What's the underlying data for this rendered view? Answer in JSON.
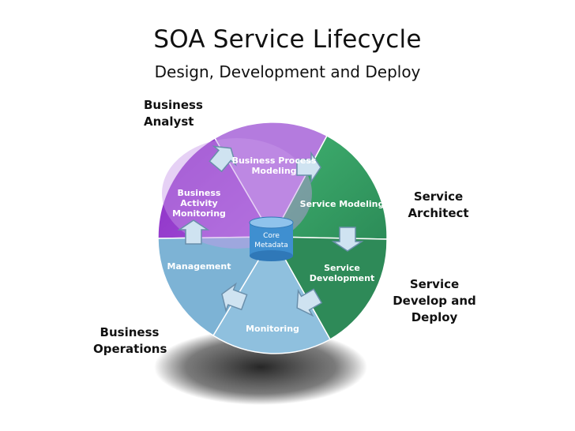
{
  "title": "SOA Service Lifecycle",
  "subtitle": "Design, Development and Deploy",
  "roles": {
    "business_analyst": [
      "Business",
      "Analyst"
    ],
    "service_architect": [
      "Service",
      "Architect"
    ],
    "service_develop": [
      "Service",
      "Develop and",
      "Deploy"
    ],
    "business_operations": [
      "Business",
      "Operations"
    ]
  },
  "segments": {
    "business_process_modeling": [
      "Business Process",
      "Modeling"
    ],
    "service_modeling": [
      "Service Modeling"
    ],
    "service_development": [
      "Service",
      "Development"
    ],
    "monitoring": [
      "Monitoring"
    ],
    "management": [
      "Management"
    ],
    "business_activity_monitoring": [
      "Business",
      "Activity",
      "Monitoring"
    ]
  },
  "core": [
    "Core",
    "Metadata"
  ],
  "colors": {
    "purple": "#9a3ccf",
    "purple_light": "#b777e0",
    "green": "#3aa66b",
    "green_dark": "#2a8a55",
    "blue": "#7eb3d6",
    "blue_light": "#a9cfe6"
  }
}
